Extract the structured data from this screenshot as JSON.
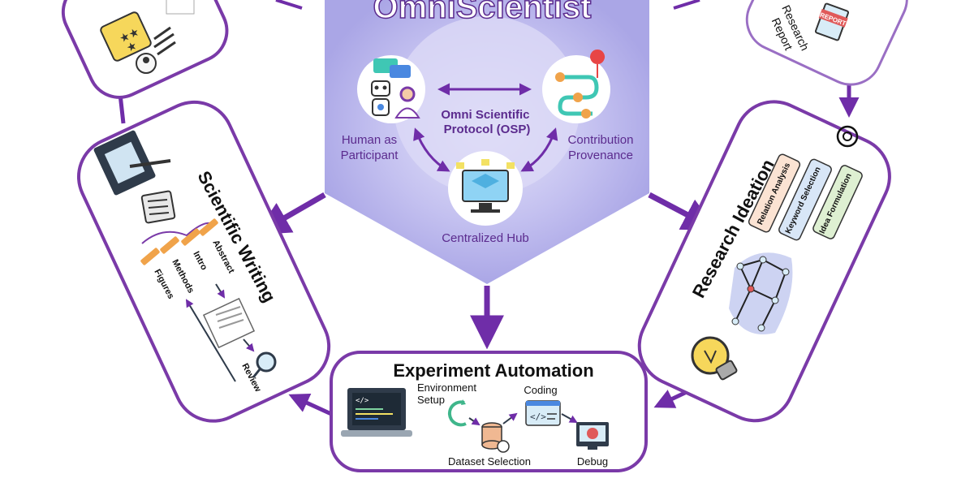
{
  "colors": {
    "accent": "#6f2da8",
    "card_border": "#7a3aa8",
    "hub_fill": "#b7b4ec",
    "label_purple": "#5b2b8e"
  },
  "hub": {
    "title": "OmniScientist",
    "protocol": "Omni Scientific Protocol (OSP)",
    "participant": "Human as Participant",
    "participant_line1": "Human as",
    "participant_line2": "Participant",
    "provenance": "Contribution Provenance",
    "provenance_line1": "Contribution",
    "provenance_line2": "Provenance",
    "central": "Centralized Hub"
  },
  "experiment": {
    "title": "Experiment Automation",
    "env_line1": "Environment",
    "env_line2": "Setup",
    "coding": "Coding",
    "dataset": "Dataset Selection",
    "debug": "Debug"
  },
  "writing": {
    "title": "Scientific Writing",
    "abstract": "Abstract",
    "intro": "Intro",
    "methods": "Methods",
    "figures": "Figures",
    "review": "Review"
  },
  "ideation": {
    "title": "Research Ideation",
    "tag1": "Relation Analysis",
    "tag2": "Keyword Selection",
    "tag3": "Idea Formulation"
  },
  "report": {
    "line1": "Research",
    "line2": "Report",
    "stamp": "REPORT"
  },
  "icons": [
    "robot-icon",
    "person-icon",
    "chat-icon",
    "workflow-icon",
    "monitor-icon",
    "laptop-icon",
    "database-icon",
    "code-window-icon",
    "bug-icon",
    "clipboard-icon",
    "pencil-icon",
    "document-icon",
    "magnifier-icon",
    "lightbulb-icon",
    "network-graph-icon",
    "openai-icon",
    "star-rating-icon",
    "avatar-icon"
  ]
}
